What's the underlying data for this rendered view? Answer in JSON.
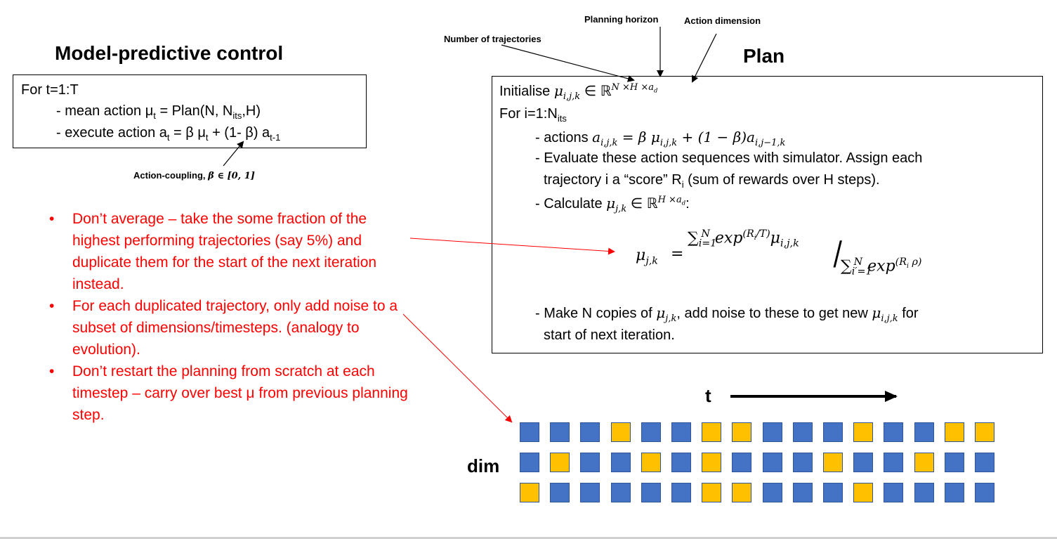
{
  "mpc": {
    "title": "Model-predictive control",
    "line1": "For t=1:T",
    "line2_prefix": "- mean action μ",
    "line2_sub": "t",
    "line2_mid": " = Plan(N, N",
    "line2_sub2": "its",
    "line2_suffix": ",H)",
    "line3_prefix": "- execute action a",
    "line3_sub1": "t",
    "line3_mid1": " = β μ",
    "line3_sub2": "t",
    "line3_mid2": " + (1- β) a",
    "line3_sub3": "t-1",
    "coupling_label": "Action-coupling, ",
    "coupling_math": "β ∈ [0, 1]"
  },
  "plan": {
    "title": "Plan",
    "label_trajectories": "Number of trajectories",
    "label_horizon": "Planning horizon",
    "label_action_dim": "Action dimension",
    "init_text": "Initialise ",
    "init_math": "μ",
    "init_sub": "i,j,k",
    "init_in": " ∈ ℝ",
    "init_sup": "N ×H ×a",
    "init_sup_sub": "d",
    "for_text": "For i=1:N",
    "for_sub": "its",
    "actions_text": "- actions ",
    "actions_math": "a",
    "actions_sub": "i,j,k",
    "actions_eq": " = β μ",
    "actions_eq_sub": "i,j,k",
    "actions_rest": " + (1 − β)a",
    "actions_rest_sub": "i,j−1,k",
    "evaluate_line1": "- Evaluate these action sequences with simulator. Assign each",
    "evaluate_line2_a": "trajectory i a “score” R",
    "evaluate_line2_sub": "i",
    "evaluate_line2_b": " (sum of rewards over H steps).",
    "calc_text": "- Calculate ",
    "calc_math": "μ",
    "calc_sub": "j,k",
    "calc_in": " ∈ ℝ",
    "calc_sup": "H ×a",
    "calc_sup_sub": "d",
    "calc_colon": ":",
    "eq_lhs": "μ",
    "eq_lhs_sub": "j,k",
    "eq_equals": "=",
    "eq_num": "∑",
    "eq_num_sub": "i=1",
    "eq_num_sup": "N",
    "eq_num_exp": "exp",
    "eq_num_exp_sup": "(R",
    "eq_num_exp_sup_sub": "i",
    "eq_num_exp_sup_tail": "/T)",
    "eq_num_mu": "μ",
    "eq_num_mu_sub": "i,j,k",
    "eq_slash": "/",
    "eq_den": "∑",
    "eq_den_sub": "i′=1",
    "eq_den_sup": "N",
    "eq_den_exp": "exp",
    "eq_den_exp_sup": "(R",
    "eq_den_exp_sup_sub": "i",
    "eq_den_exp_sup_tail": " ρ)",
    "copies_a": "- Make N copies of ",
    "copies_mu": "μ",
    "copies_mu_sub": "j,k",
    "copies_b": ", add noise to these to get new ",
    "copies_mu2": "μ",
    "copies_mu2_sub": "i,j,k",
    "copies_c": " for",
    "copies_line2": "start of next iteration."
  },
  "notes": [
    "Don’t average – take the some fraction of the highest performing trajectories (say 5%) and duplicate them for the start of the next iteration instead.",
    "For each duplicated trajectory, only add noise to a subset of dimensions/timesteps. (analogy to evolution).",
    "Don’t restart the planning from scratch at each timestep – carry over best μ from previous planning step."
  ],
  "bullet_char": "•",
  "grid": {
    "t_label": "t",
    "dim_label": "dim",
    "colors": {
      "blue": "#4472c4",
      "yellow": "#ffc000",
      "border": "#2e5597"
    },
    "rows": [
      [
        "B",
        "B",
        "B",
        "Y",
        "B",
        "B",
        "Y",
        "Y",
        "B",
        "B",
        "B",
        "Y",
        "B",
        "B",
        "Y",
        "Y"
      ],
      [
        "B",
        "Y",
        "B",
        "B",
        "Y",
        "B",
        "Y",
        "B",
        "B",
        "B",
        "Y",
        "B",
        "B",
        "Y",
        "B",
        "B"
      ],
      [
        "Y",
        "B",
        "B",
        "B",
        "B",
        "B",
        "Y",
        "Y",
        "B",
        "B",
        "B",
        "Y",
        "B",
        "B",
        "B",
        "B"
      ]
    ]
  },
  "arrow_color": "#ff0000"
}
